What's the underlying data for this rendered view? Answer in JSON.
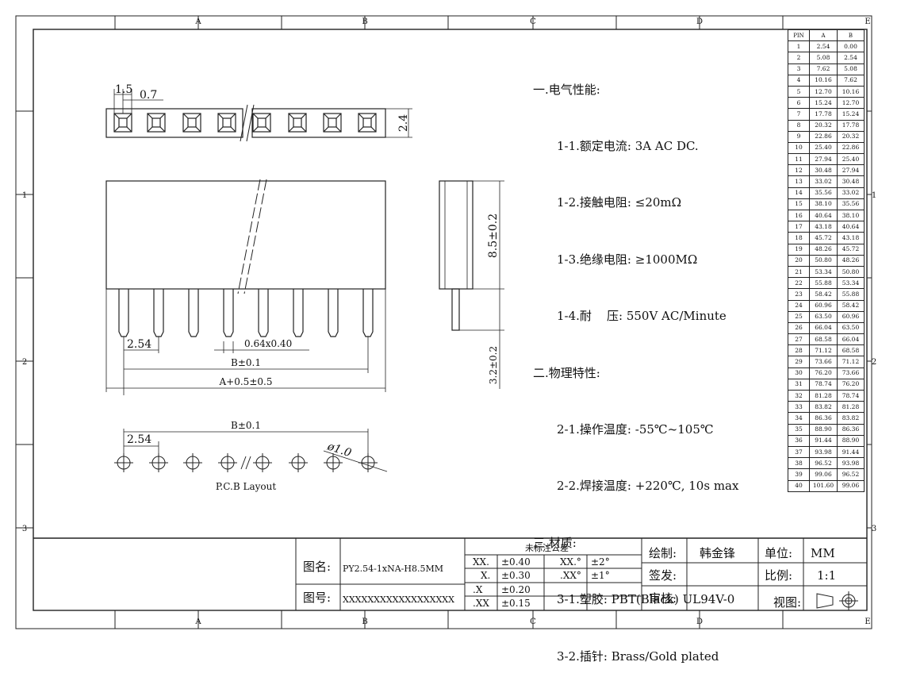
{
  "frame": {
    "col_letters": [
      "A",
      "B",
      "C",
      "D",
      "E"
    ],
    "row_numbers": [
      "1",
      "2",
      "3"
    ]
  },
  "dims": {
    "pitch_outline": "1.5",
    "square": "0.7",
    "width": "2.4",
    "pitch": "2.54",
    "pin_size": "0.64x0.40",
    "b_tol": "B±0.1",
    "a_tol": "A+0.5±0.5",
    "height": "8.5±0.2",
    "tail": "3.2±0.2",
    "pcb_pitch": "2.54",
    "pcb_b": "B±0.1",
    "hole": "ø1.0",
    "pcb_label": "P.C.B Layout"
  },
  "specs": {
    "s1_title": "一.电气性能:",
    "s1_1": "1-1.额定电流: 3A AC DC.",
    "s1_2": "1-2.接触电阻: ≤20mΩ",
    "s1_3": "1-3.绝缘电阻: ≥1000MΩ",
    "s1_4": "1-4.耐    压: 550V AC/Minute",
    "s2_title": "二.物理特性:",
    "s2_1": "2-1.操作温度: -55℃~105℃",
    "s2_2": "2-2.焊接温度: +220℃, 10s max",
    "s3_title": "三.材质:",
    "s3_1": "3-1.塑胶: PBT(Black) UL94V-0",
    "s3_2": "3-2.插针: Brass/Gold plated"
  },
  "pin_table": {
    "headers": [
      "PIN",
      "A",
      "B"
    ],
    "rows": [
      [
        "1",
        "2.54",
        "0.00"
      ],
      [
        "2",
        "5.08",
        "2.54"
      ],
      [
        "3",
        "7.62",
        "5.08"
      ],
      [
        "4",
        "10.16",
        "7.62"
      ],
      [
        "5",
        "12.70",
        "10.16"
      ],
      [
        "6",
        "15.24",
        "12.70"
      ],
      [
        "7",
        "17.78",
        "15.24"
      ],
      [
        "8",
        "20.32",
        "17.78"
      ],
      [
        "9",
        "22.86",
        "20.32"
      ],
      [
        "10",
        "25.40",
        "22.86"
      ],
      [
        "11",
        "27.94",
        "25.40"
      ],
      [
        "12",
        "30.48",
        "27.94"
      ],
      [
        "13",
        "33.02",
        "30.48"
      ],
      [
        "14",
        "35.56",
        "33.02"
      ],
      [
        "15",
        "38.10",
        "35.56"
      ],
      [
        "16",
        "40.64",
        "38.10"
      ],
      [
        "17",
        "43.18",
        "40.64"
      ],
      [
        "18",
        "45.72",
        "43.18"
      ],
      [
        "19",
        "48.26",
        "45.72"
      ],
      [
        "20",
        "50.80",
        "48.26"
      ],
      [
        "21",
        "53.34",
        "50.80"
      ],
      [
        "22",
        "55.88",
        "53.34"
      ],
      [
        "23",
        "58.42",
        "55.88"
      ],
      [
        "24",
        "60.96",
        "58.42"
      ],
      [
        "25",
        "63.50",
        "60.96"
      ],
      [
        "26",
        "66.04",
        "63.50"
      ],
      [
        "27",
        "68.58",
        "66.04"
      ],
      [
        "28",
        "71.12",
        "68.58"
      ],
      [
        "29",
        "73.66",
        "71.12"
      ],
      [
        "30",
        "76.20",
        "73.66"
      ],
      [
        "31",
        "78.74",
        "76.20"
      ],
      [
        "32",
        "81.28",
        "78.74"
      ],
      [
        "33",
        "83.82",
        "81.28"
      ],
      [
        "34",
        "86.36",
        "83.82"
      ],
      [
        "35",
        "88.90",
        "86.36"
      ],
      [
        "36",
        "91.44",
        "88.90"
      ],
      [
        "37",
        "93.98",
        "91.44"
      ],
      [
        "38",
        "96.52",
        "93.98"
      ],
      [
        "39",
        "99.06",
        "96.52"
      ],
      [
        "40",
        "101.60",
        "99.06"
      ]
    ]
  },
  "title_block": {
    "name_label": "图名:",
    "name_value": "PY2.54-1xNA-H8.5MM",
    "number_label": "图号:",
    "number_value": "XXXXXXXXXXXXXXXXXX",
    "tol_title": "未标注公差",
    "tol_rows": [
      [
        "XX.",
        "±0.40",
        "XX.°",
        "±2°"
      ],
      [
        "X.",
        "±0.30",
        ".XX°",
        "±1°"
      ],
      [
        ".X",
        "±0.20",
        "",
        ""
      ],
      [
        ".XX",
        "±0.15",
        "",
        ""
      ]
    ],
    "drawn_label": "绘制:",
    "drawn_value": "韩金锋",
    "sign_label": "签发:",
    "check_label": "审核:",
    "unit_label": "单位:",
    "unit_value": "MM",
    "scale_label": "比例:",
    "scale_value": "1:1",
    "view_label": "视图:"
  }
}
